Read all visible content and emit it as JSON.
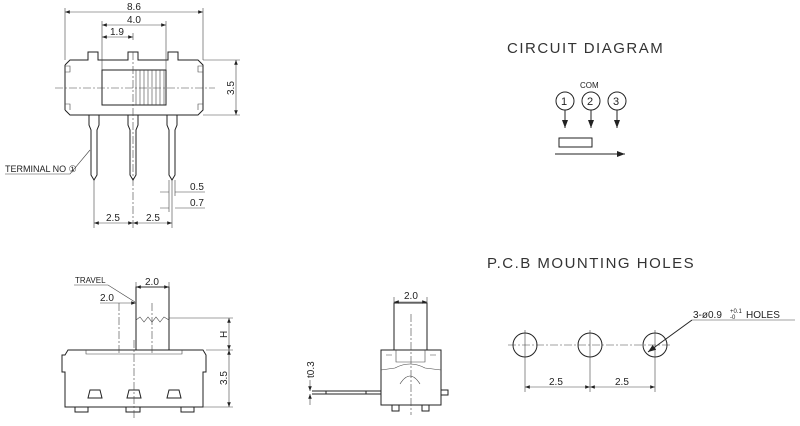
{
  "top_view": {
    "dim_overall_width": "8.6",
    "dim_slider_width": "4.0",
    "dim_slider_offset": "1.9",
    "dim_height": "3.5",
    "dim_pin_pitch_1": "2.5",
    "dim_pin_pitch_2": "2.5",
    "dim_pin_tip": "0.5",
    "dim_pin_width": "0.7",
    "terminal_label": "TERMINAL  NO ①"
  },
  "circuit_diagram": {
    "title": "CIRCUIT DIAGRAM",
    "com_label": "COM",
    "terminals": [
      "1",
      "2",
      "3"
    ]
  },
  "side_view": {
    "travel_label": "TRAVEL",
    "dim_actuator_width": "2.0",
    "dim_travel": "2.0",
    "dim_h": "H",
    "dim_body_height": "3.5"
  },
  "end_view": {
    "dim_actuator_width": "2.0",
    "dim_thickness": "t0.3"
  },
  "pcb_holes": {
    "title": "P.C.B MOUNTING HOLES",
    "hole_spec": "3-ø0.9",
    "tol_plus": "+0.1",
    "tol_minus": "-0",
    "hole_suffix": "HOLES",
    "dim_pitch_1": "2.5",
    "dim_pitch_2": "2.5"
  }
}
